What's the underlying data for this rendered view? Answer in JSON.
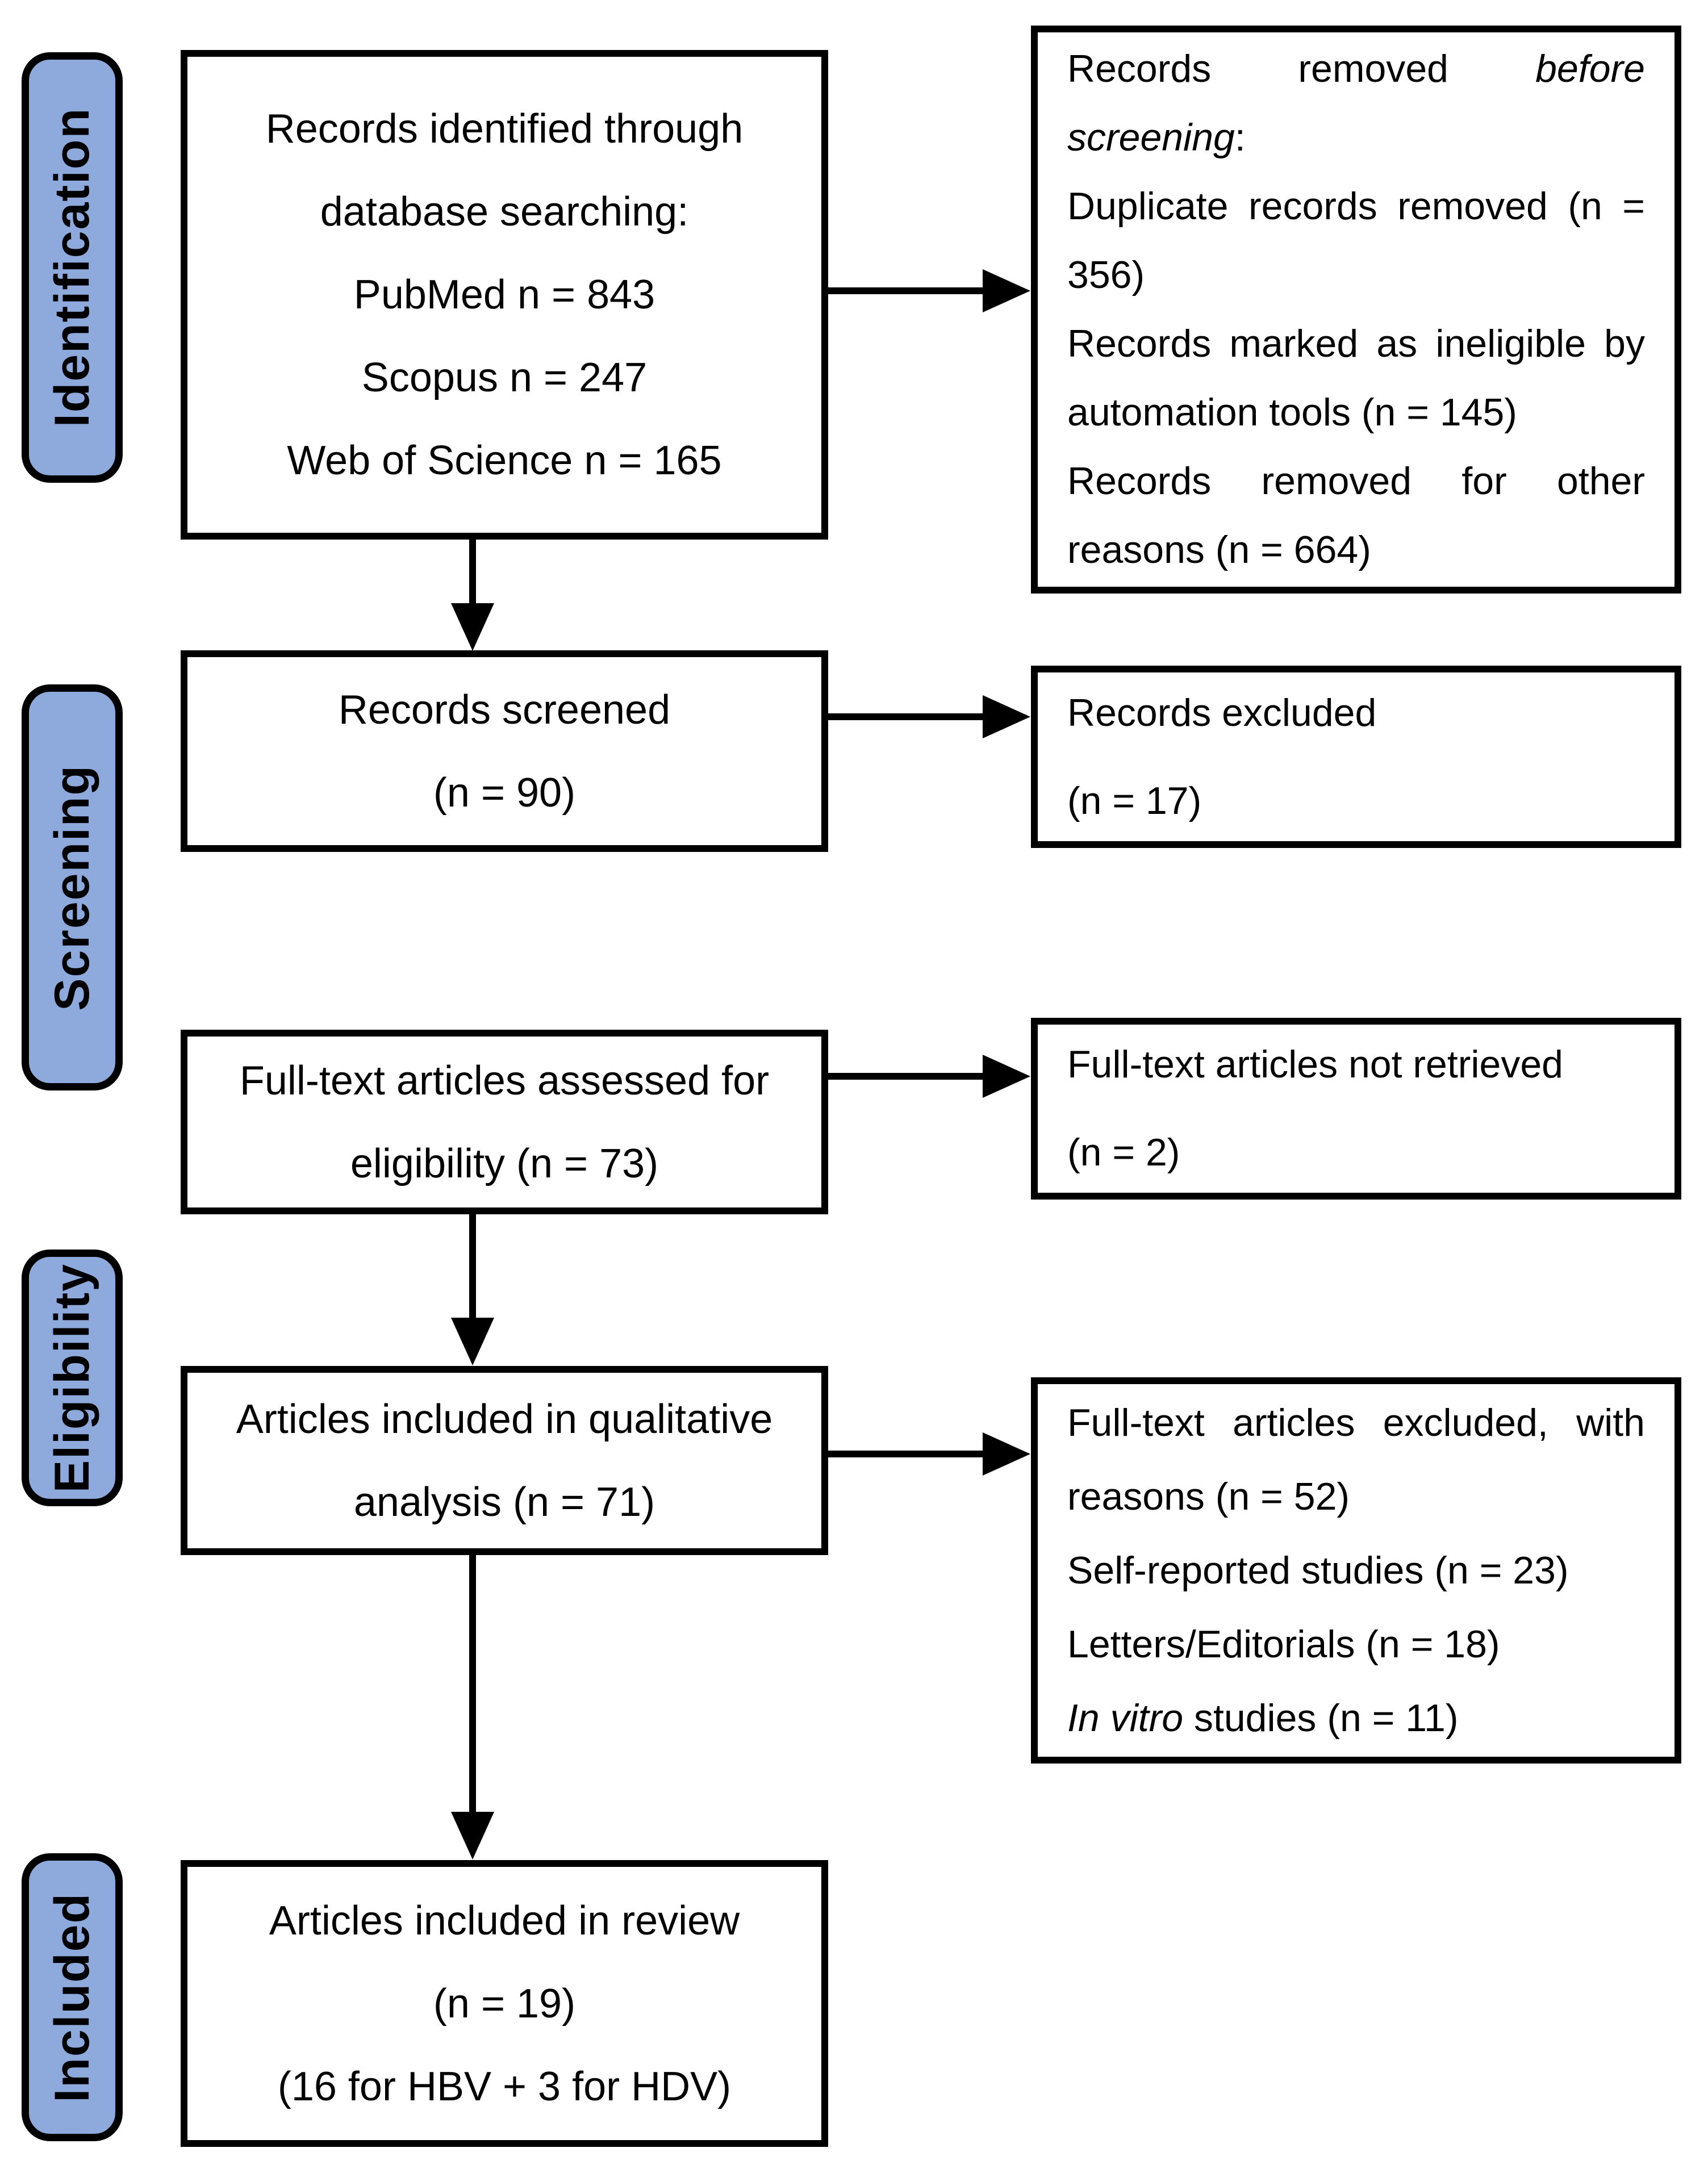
{
  "diagram": {
    "colors": {
      "stage_fill": "#8EA9DB",
      "border": "#000000",
      "box_fill": "#FFFFFF"
    },
    "stages": [
      {
        "label": "Identification"
      },
      {
        "label": "Screening"
      },
      {
        "label": "Eligibility"
      },
      {
        "label": "Included"
      }
    ],
    "main_boxes": [
      {
        "lines": [
          "Records identified through",
          "database searching:",
          "PubMed n = 843",
          "Scopus n = 247",
          "Web of Science n = 165"
        ]
      },
      {
        "lines": [
          "Records screened",
          "(n = 90)"
        ]
      },
      {
        "lines": [
          "Full-text articles assessed for",
          "eligibility (n = 73)"
        ]
      },
      {
        "lines": [
          "Articles included in qualitative",
          "analysis (n = 71)"
        ]
      },
      {
        "lines": [
          "Articles included in review",
          "(n = 19)",
          "(16 for HBV + 3 for HDV)"
        ]
      }
    ],
    "side_boxes": [
      {
        "line1_pre": "Records removed",
        "line1_italic": "before",
        "line2_italic": "screening",
        "line2_post": ":",
        "line3": "Duplicate records removed (n =",
        "line4": "356)",
        "line5": "Records marked as ineligible by",
        "line6": "automation tools (n = 145)",
        "line7": "Records removed for other",
        "line8": "reasons (n = 664)"
      },
      {
        "lines": [
          "Records excluded",
          "(n = 17)"
        ]
      },
      {
        "lines": [
          "Full-text articles not retrieved",
          "(n = 2)"
        ]
      },
      {
        "line1": "Full-text articles excluded, with",
        "line2": "reasons (n = 52)",
        "line3": "Self-reported studies (n = 23)",
        "line4": "Letters/Editorials (n = 18)",
        "line5_italic": "In vitro",
        "line5_post": " studies (n = 11)"
      }
    ]
  }
}
